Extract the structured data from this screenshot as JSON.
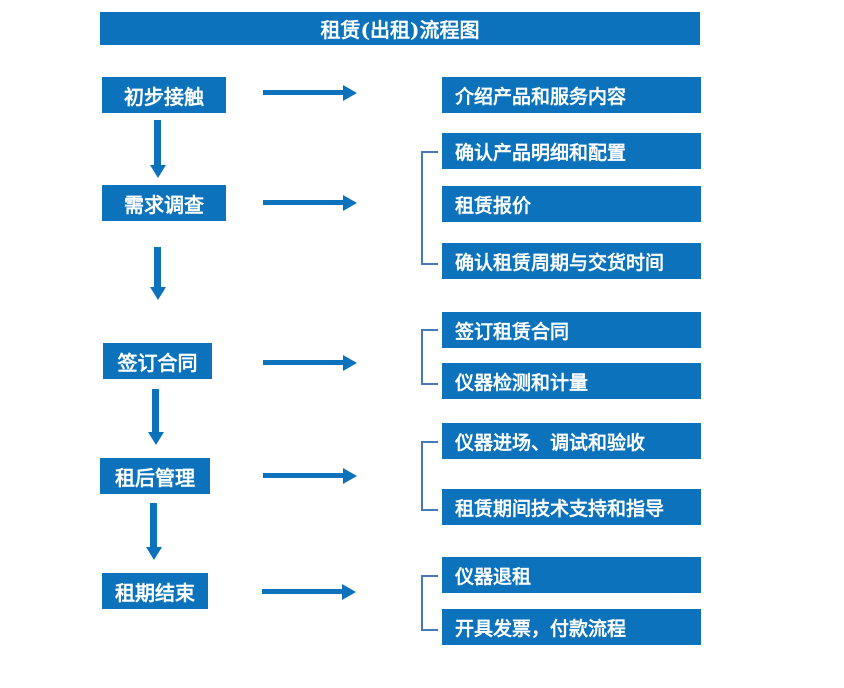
{
  "title": "租赁(出租)流程图",
  "colors": {
    "primary": "#0c72bc",
    "bracket": "#4779b8",
    "text": "#ffffff",
    "background": "#ffffff"
  },
  "steps": [
    {
      "label": "初步接触",
      "details": [
        "介绍产品和服务内容"
      ]
    },
    {
      "label": "需求调查",
      "details": [
        "确认产品明细和配置",
        "租赁报价",
        "确认租赁周期与交货时间"
      ]
    },
    {
      "label": "签订合同",
      "details": [
        "签订租赁合同",
        "仪器检测和计量"
      ]
    },
    {
      "label": "租后管理",
      "details": [
        "仪器进场、调试和验收",
        "租赁期间技术支持和指导"
      ]
    },
    {
      "label": "租期结束",
      "details": [
        "仪器退租",
        "开具发票，付款流程"
      ]
    }
  ]
}
